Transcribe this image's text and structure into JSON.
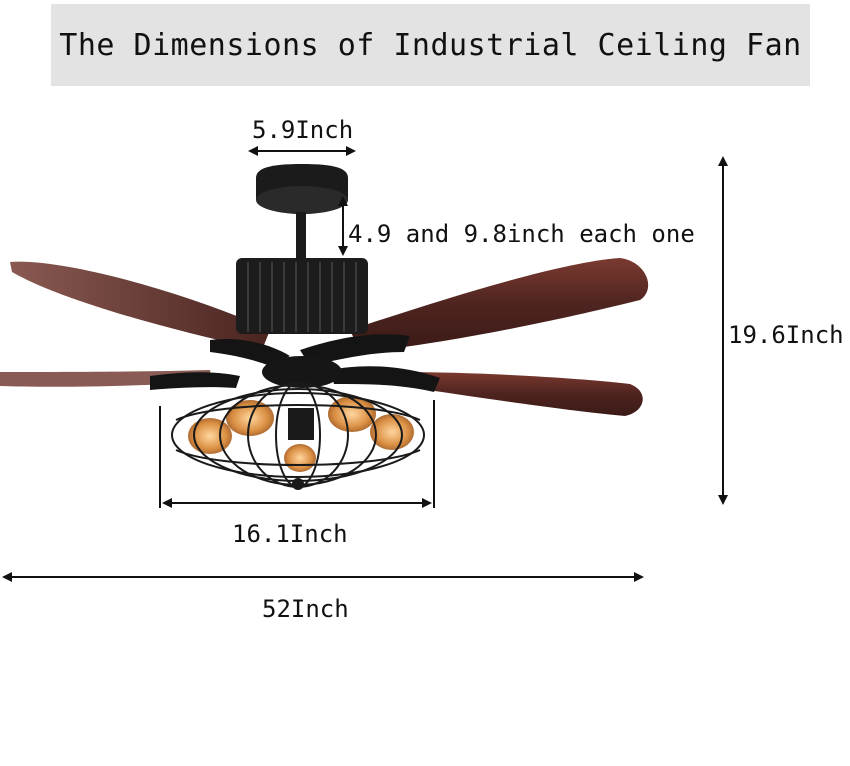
{
  "title": "The Dimensions of Industrial Ceiling Fan",
  "dimensions": {
    "top_width": "5.9Inch",
    "height_range": "4.9 and 9.8inch each one",
    "total_height": "19.6Inch",
    "cage_width": "16.1Inch",
    "span": "52Inch"
  },
  "colors": {
    "banner": "#e3e3e3",
    "blade": "#5a2a22",
    "metal": "#1b1b1b",
    "bulb": "#d08a3a"
  }
}
